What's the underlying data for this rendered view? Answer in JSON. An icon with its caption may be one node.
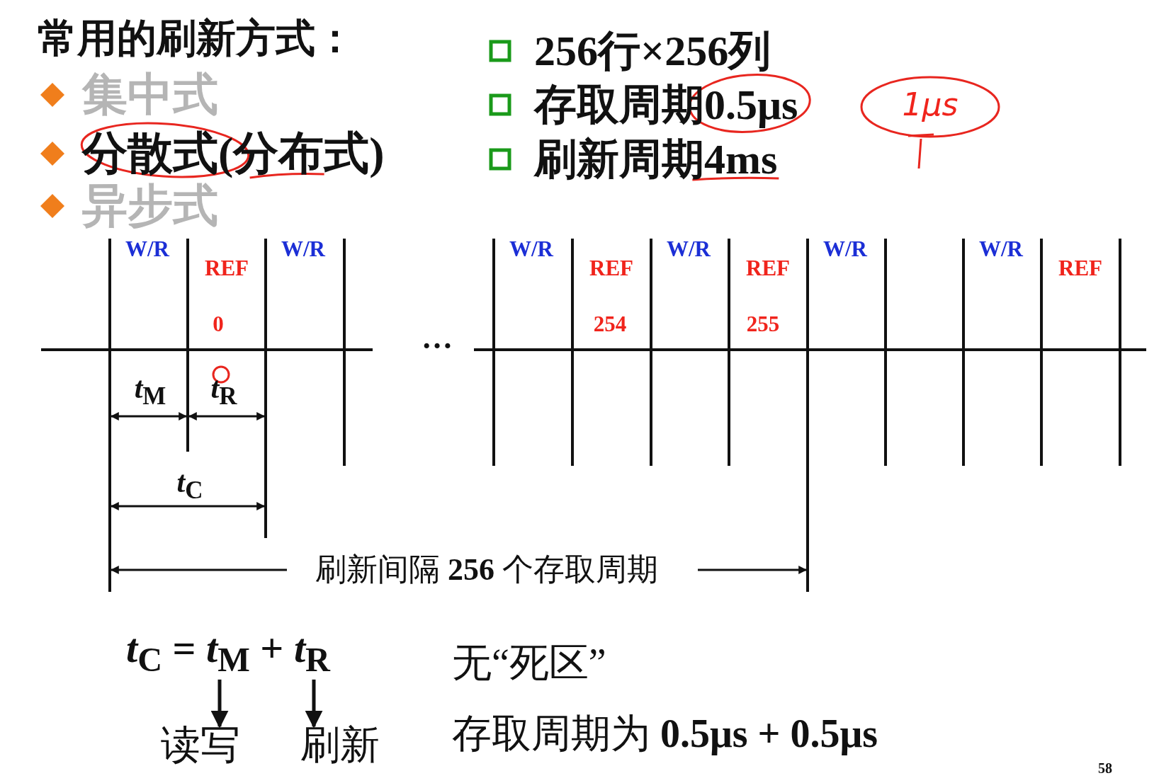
{
  "diagram": {
    "nodes": [
      {
        "text": [
          "*t*$_{C}$ = *t*$_{M}$ + *t*$_{R}$"
        ]
      },
      {
        "text": [
          "读写"
        ]
      },
      {
        "text": [
          "刷新"
        ]
      }
    ],
    "edges": [
      {
        "from": 0,
        "to": 1,
        "arrow": "to"
      },
      {
        "from": 0,
        "to": 2,
        "arrow": "to"
      }
    ],
    "labels": [
      "常用的刷新方式：",
      "集中式",
      "分散式(分布式)",
      "异步式",
      "256行×256列",
      "存取周期0.5μs",
      "1μs",
      "刷新周期4ms",
      "W/R",
      "REF",
      "W/R",
      "W/R",
      "REF",
      "W/R",
      "REF",
      "W/R",
      "W/R",
      "REF",
      "0",
      "254",
      "255",
      "…",
      "*t*$_{M}$",
      "*t*$_{R}$",
      "*t*$_{C}$",
      "刷新间隔 **256** 个存取周期",
      "无“死区”",
      "存取周期为 **0.5μs + 0.5μs**",
      "58"
    ]
  }
}
